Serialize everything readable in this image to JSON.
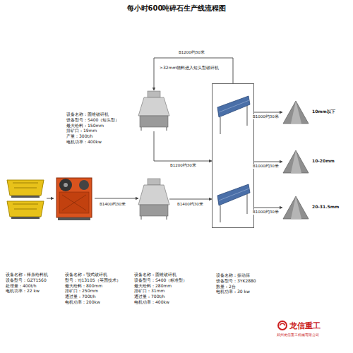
{
  "diagram": {
    "title": "每小时600吨碎石生产线流程图",
    "nodes": [
      {
        "text": [
          "设备名称：棒条给料机",
          "设备型号：GZT1560",
          "处理量：400t/h",
          "电机功率：22 kw"
        ]
      },
      {
        "text": [
          "设备名称：颚式破碎机",
          "型号：YJ13105（英国技术）",
          "最大给料：800mm",
          "排矿口：250mm",
          "通过量：700t/h",
          "电机功率：200kw"
        ]
      },
      {
        "text": [
          "设备名称：圆锥破碎机",
          "设备型号：S400（标准型）",
          "最大给料：280mm",
          "排矿口：31mm",
          "通过量：700t/h",
          "电机功率：400kw"
        ]
      },
      {
        "text": [
          "设备名称：圆锥破碎机",
          "设备型号：S400（短头型）",
          "最大给料：150mm",
          "排矿口：19mm",
          "产量：300t/h",
          "电机功率：400kw"
        ]
      },
      {
        "text": [
          "设备名称：振动筛",
          "设备型号：3YK2880",
          "数量：2台",
          "电机功率：30 kw"
        ]
      },
      {
        "text": [
          "10mm以下"
        ]
      },
      {
        "text": [
          "10-20mm"
        ]
      },
      {
        "text": [
          "20-31.5mm"
        ]
      }
    ],
    "edges": [
      {
        "from": 0,
        "to": 1,
        "arrow": "to"
      },
      {
        "from": 1,
        "to": 2,
        "label": "B1400约30米",
        "arrow": "to"
      },
      {
        "from": 2,
        "to": 4,
        "label": "B1400约30米",
        "arrow": "to"
      },
      {
        "from": 4,
        "to": 3,
        "label": "B1200约30米",
        "arrow": "to"
      },
      {
        "from": 3,
        "to": 4,
        "label": "B1200约30米",
        "arrow": "to"
      },
      {
        "from": 4,
        "to": 5,
        "label": "B1000约30米",
        "arrow": "to"
      },
      {
        "from": 4,
        "to": 6,
        "label": "B1000约30米",
        "arrow": "to"
      },
      {
        "from": 4,
        "to": 7,
        "label": "B1000约30米",
        "arrow": "to"
      }
    ],
    "labels": [
      ">32mm物料进入短头型破碎机",
      "龙信重工",
      "郑州龙信重工机械有限公司"
    ]
  }
}
